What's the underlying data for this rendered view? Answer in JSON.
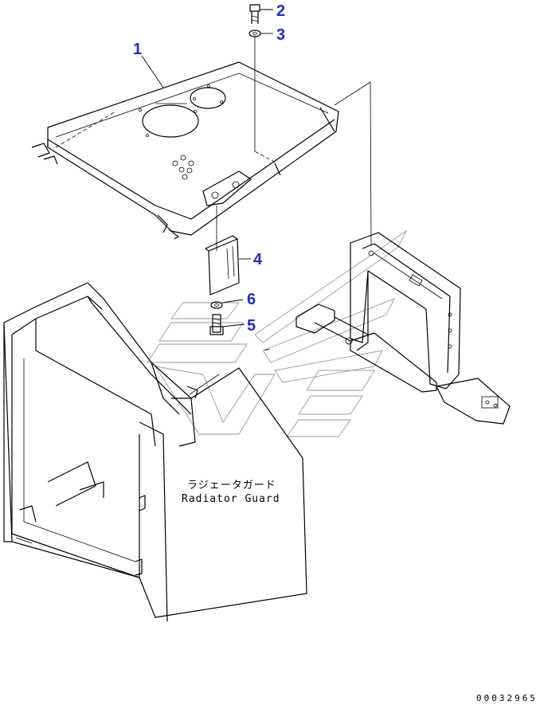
{
  "diagram": {
    "callouts": [
      {
        "id": "c1",
        "text": "1"
      },
      {
        "id": "c2",
        "text": "2"
      },
      {
        "id": "c3",
        "text": "3"
      },
      {
        "id": "c4",
        "text": "4"
      },
      {
        "id": "c5",
        "text": "5"
      },
      {
        "id": "c6",
        "text": "6"
      }
    ],
    "guard_label": {
      "japanese": "ラジェータガード",
      "english": "Radiator Guard"
    },
    "document_number": "00032965",
    "colors": {
      "callout": "#1f2bd6",
      "linework": "#000000",
      "watermark": "#9a9a9a"
    }
  }
}
